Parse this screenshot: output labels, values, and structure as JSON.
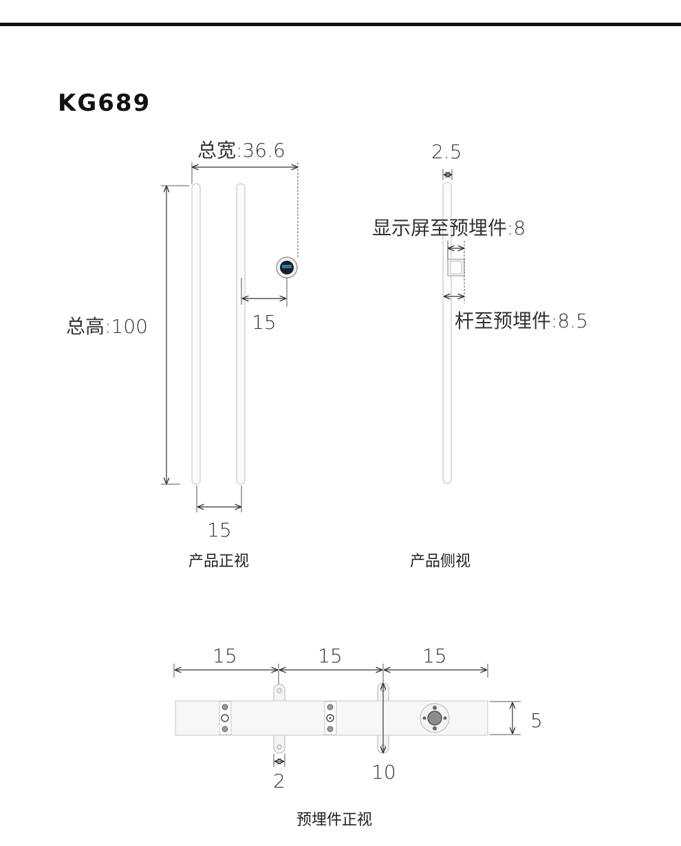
{
  "title": "KG689",
  "front_view": {
    "caption": "产品正视",
    "total_width_label": "总宽:36.6",
    "total_height_label": "总高:100",
    "display_offset_label": "15",
    "rail_spacing_label": "15"
  },
  "side_view": {
    "caption": "产品侧视",
    "rail_depth_label": "2.5",
    "display_to_embed_label": "显示屏至预埋件:8",
    "rail_to_embed_label": "杆至预埋件:8.5"
  },
  "embed_view": {
    "caption": "预埋件正视",
    "spacing_labels": [
      "15",
      "15",
      "15"
    ],
    "plate_height_label": "5",
    "tab_width_label": "2",
    "tab_length_label": "10"
  },
  "colors": {
    "accent": "#111111",
    "line": "#333333",
    "part_fill": "#f7f7f7"
  }
}
